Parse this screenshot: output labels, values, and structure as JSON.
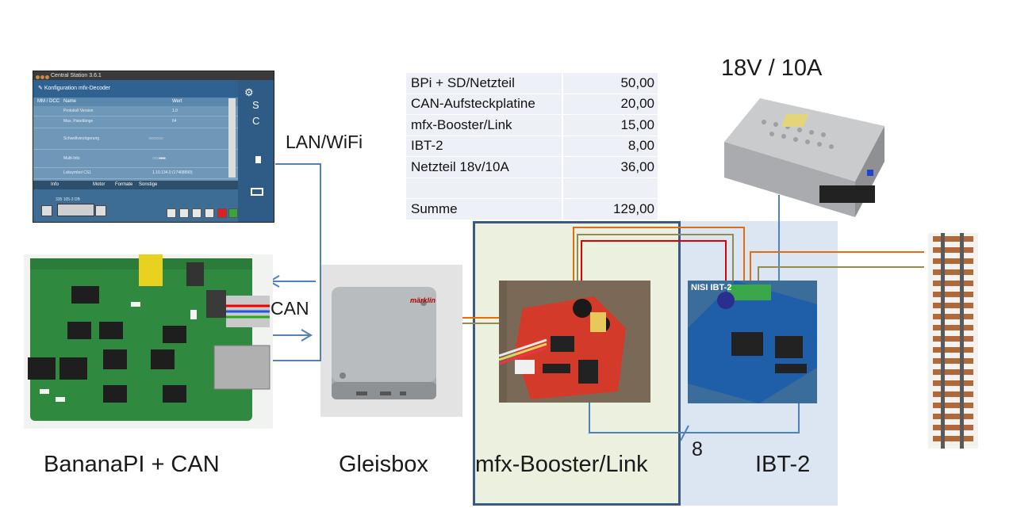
{
  "cost_table": {
    "rows": [
      {
        "item": "BPi + SD/Netzteil",
        "price": "50,00"
      },
      {
        "item": "CAN-Aufsteckplatine",
        "price": "20,00"
      },
      {
        "item": "mfx-Booster/Link",
        "price": "15,00"
      },
      {
        "item": "IBT-2",
        "price": "8,00"
      },
      {
        "item": "Netzteil 18v/10A",
        "price": "36,00"
      },
      {
        "item": "",
        "price": ""
      },
      {
        "item": "Summe",
        "price": "129,00"
      }
    ]
  },
  "labels": {
    "psu": "18V / 10A",
    "lan": "LAN/WiFi",
    "can": "CAN",
    "banana": "BananaPI + CAN",
    "gleisbox": "Gleisbox",
    "booster": "mfx-Booster/Link",
    "ibt": "IBT-2",
    "bus_width": "8"
  },
  "cs3_screen": {
    "title": "Central Station 3.6.1",
    "header": "Konfiguration mfx-Decoder",
    "columns": [
      "MM / DCC",
      "Name",
      "Wert"
    ],
    "rows": [
      {
        "name": "Protokoll Version",
        "value": "1.0"
      },
      {
        "name": "Max. Paketlänge",
        "value": "64"
      },
      {
        "name": "Schwellverzögerung",
        "value": ""
      },
      {
        "name": "Multi-Info",
        "value": ""
      },
      {
        "name": "Loksymbol CS1",
        "value": "1.10.134.0 (17468890)"
      }
    ],
    "tabs": [
      "Info",
      "Motor",
      "Formate",
      "Sonstige"
    ],
    "loco_label": "335 105-3 DB"
  },
  "colors": {
    "wire_blue": "#4f81bd",
    "wire_orange": "#e46c0a",
    "wire_red": "#e00000",
    "wire_olive": "#948a54",
    "booster_border": "#3a5a84",
    "booster_bg": "#ebf1de",
    "ibt_bg": "#dce6f2"
  },
  "brand": {
    "gleisbox_logo": "märklin"
  }
}
